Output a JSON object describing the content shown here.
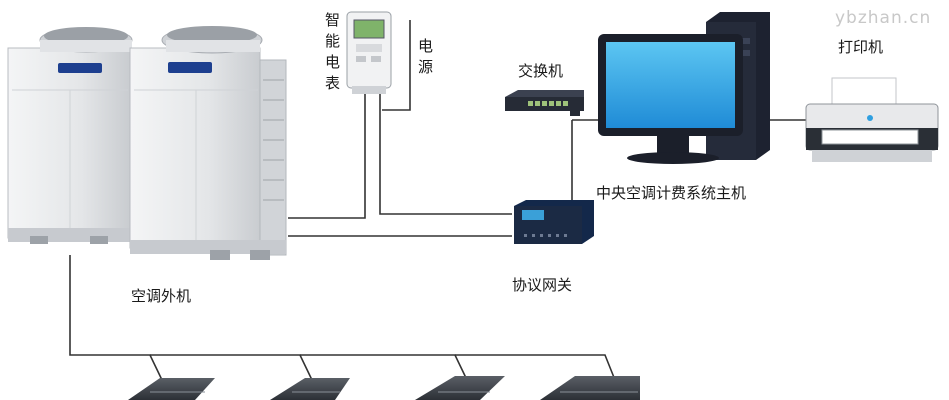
{
  "watermark": "ybzhan.cn",
  "labels": {
    "meter": "智能电表",
    "power": "电源",
    "switch": "交换机",
    "printer": "打印机",
    "host": "中央空调计费系统主机",
    "gateway": "协议网关",
    "outdoor_unit": "空调外机"
  },
  "colors": {
    "line": "#333333",
    "unit_body": "#e6e7e9",
    "brand_blue": "#1d3f8f",
    "screen_blue": "#2f9fe0",
    "device_dark": "#1b2a44"
  },
  "icons": [
    "outdoor-unit-icon",
    "electric-meter-icon",
    "network-switch-icon",
    "computer-icon",
    "printer-icon",
    "protocol-gateway-icon",
    "indoor-unit-icon"
  ]
}
